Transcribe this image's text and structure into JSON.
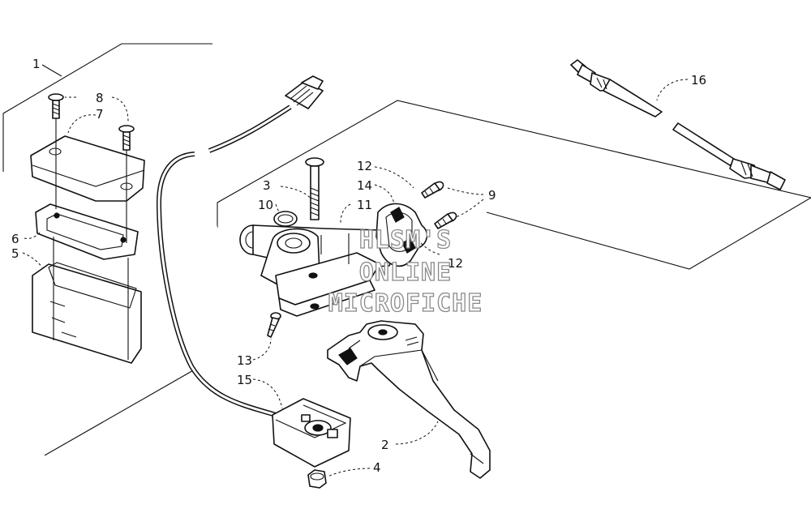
{
  "diagram": {
    "callouts": {
      "c1": "1",
      "c2": "2",
      "c3": "3",
      "c4": "4",
      "c5": "5",
      "c6": "6",
      "c7": "7",
      "c8": "8",
      "c9": "9",
      "c10": "10",
      "c11": "11",
      "c12a": "12",
      "c12b": "12",
      "c13": "13",
      "c14": "14",
      "c15": "15",
      "c16": "16"
    },
    "watermark": [
      "HLSM'S",
      "ONLINE",
      "MICROFICHE"
    ]
  }
}
